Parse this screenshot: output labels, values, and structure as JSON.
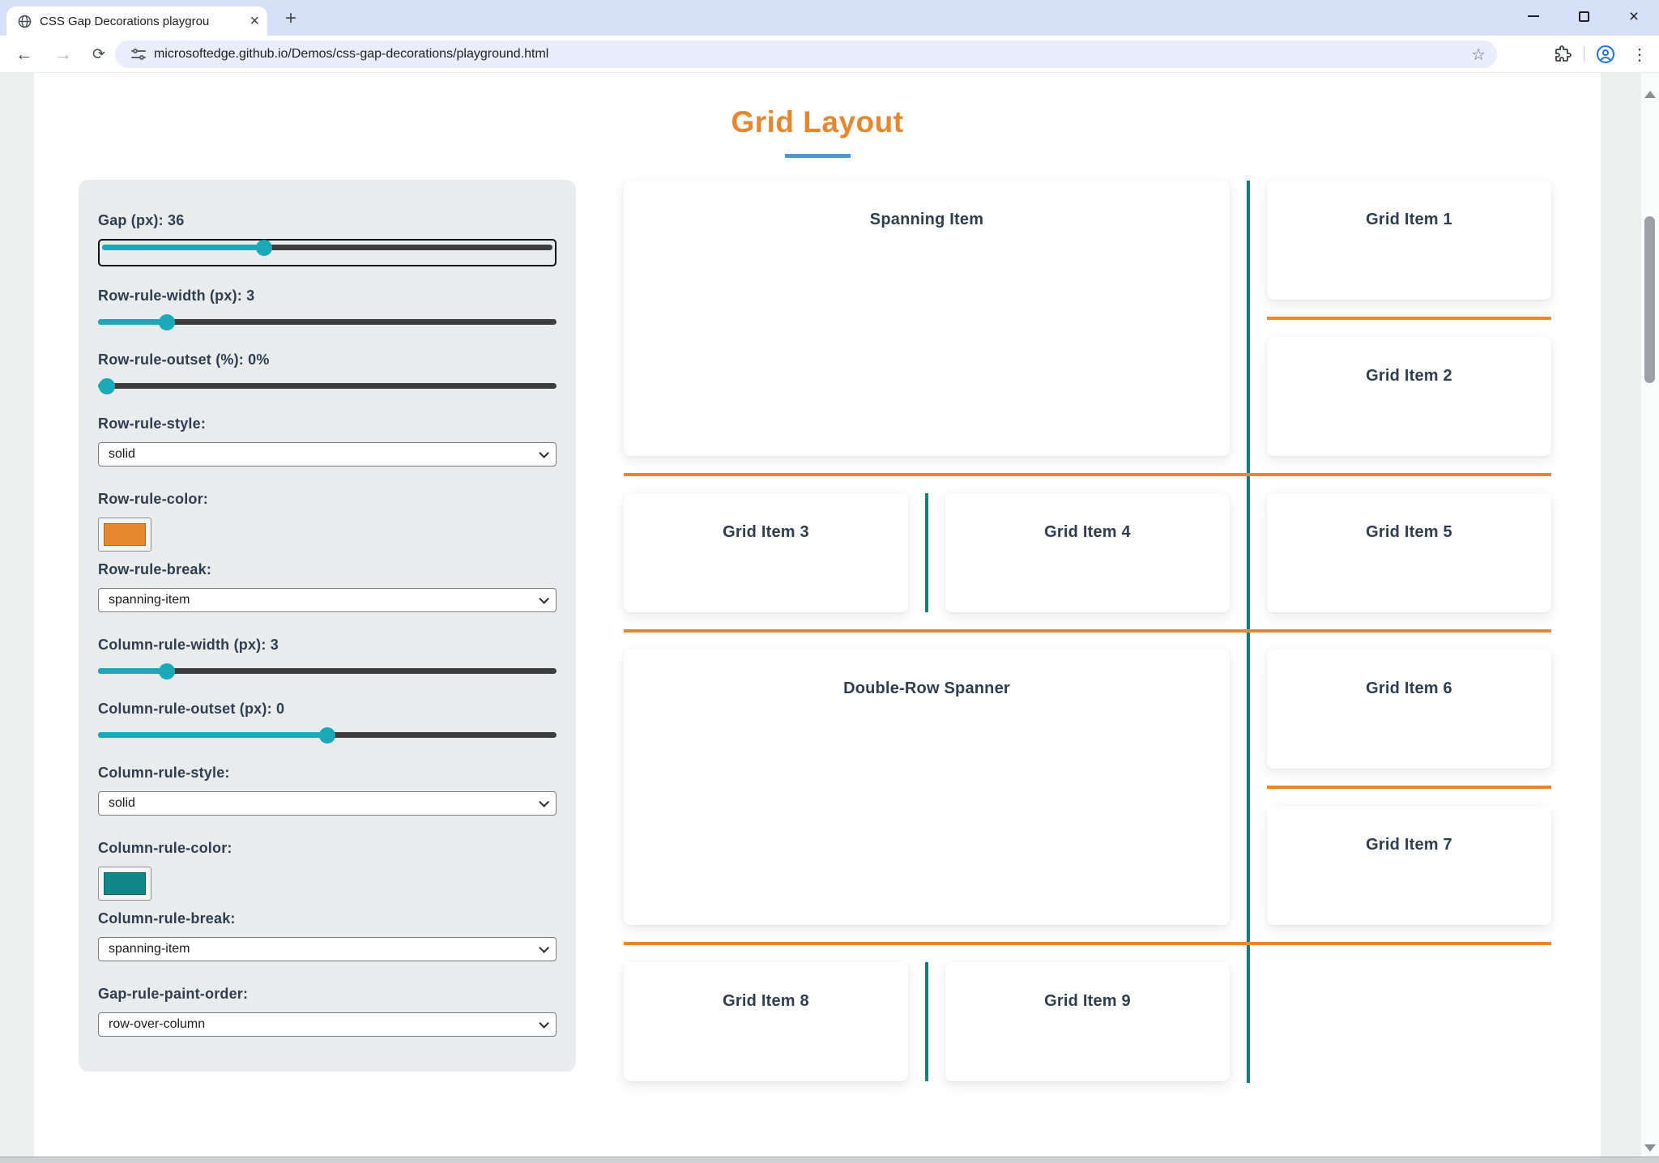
{
  "browser": {
    "tab_title": "CSS Gap Decorations playgroun",
    "url": "microsoftedge.github.io/Demos/css-gap-decorations/playground.html",
    "icons": {
      "back": "←",
      "forward": "→",
      "refresh": "⟳",
      "star": "☆",
      "kebab": "⋮",
      "plus": "+",
      "tab_close": "×",
      "window_close": "×"
    }
  },
  "page": {
    "title": "Grid Layout"
  },
  "sidebar": {
    "controls": [
      {
        "kind": "slider",
        "label": "Gap (px): 36",
        "percent": 36,
        "focused": true
      },
      {
        "kind": "slider",
        "label": "Row-rule-width (px): 3",
        "percent": 15
      },
      {
        "kind": "slider",
        "label": "Row-rule-outset (%): 0%",
        "percent": 2
      },
      {
        "kind": "select",
        "label": "Row-rule-style:",
        "value": "solid"
      },
      {
        "kind": "color",
        "label": "Row-rule-color:",
        "color": "#e8882e"
      },
      {
        "kind": "select",
        "label": "Row-rule-break:",
        "value": "spanning-item"
      },
      {
        "kind": "slider",
        "label": "Column-rule-width (px): 3",
        "percent": 15
      },
      {
        "kind": "slider",
        "label": "Column-rule-outset (px): 0",
        "percent": 50
      },
      {
        "kind": "select",
        "label": "Column-rule-style:",
        "value": "solid"
      },
      {
        "kind": "color",
        "label": "Column-rule-color:",
        "color": "#0f8787"
      },
      {
        "kind": "select",
        "label": "Column-rule-break:",
        "value": "spanning-item"
      },
      {
        "kind": "select",
        "label": "Gap-rule-paint-order:",
        "value": "row-over-column"
      }
    ]
  },
  "grid": {
    "items": [
      {
        "label": "Spanning Item"
      },
      {
        "label": "Grid Item 1"
      },
      {
        "label": "Grid Item 2"
      },
      {
        "label": "Grid Item 3"
      },
      {
        "label": "Grid Item 4"
      },
      {
        "label": "Grid Item 5"
      },
      {
        "label": "Double-Row Spanner"
      },
      {
        "label": "Grid Item 6"
      },
      {
        "label": "Grid Item 7"
      },
      {
        "label": "Grid Item 8"
      },
      {
        "label": "Grid Item 9"
      }
    ],
    "rule_colors": {
      "row": "#e8872b",
      "column": "#0e7e7e"
    }
  },
  "theme": {
    "title_orange": "#e8862c",
    "title_underline_blue": "#4a96d8",
    "slider_teal": "#1ba8b8"
  }
}
